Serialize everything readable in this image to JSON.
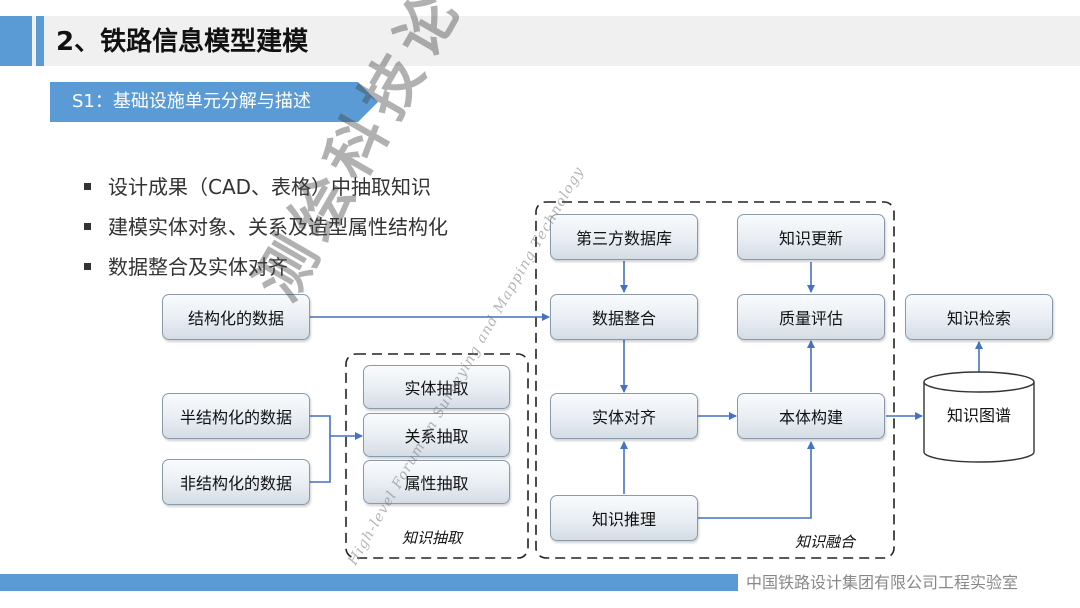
{
  "header": {
    "title": "2、铁路信息模型建模"
  },
  "step": {
    "label": "S1：基础设施单元分解与描述"
  },
  "bullets": [
    "设计成果（CAD、表格）中抽取知识",
    "建模实体对象、关系及造型属性结构化",
    "数据整合及实体对齐"
  ],
  "diagram": {
    "inputs": {
      "structured": "结构化的数据",
      "semi_structured": "半结构化的数据",
      "unstructured": "非结构化的数据"
    },
    "extraction": {
      "entity": "实体抽取",
      "relation": "关系抽取",
      "attribute": "属性抽取",
      "group_label": "知识抽取"
    },
    "fusion": {
      "third_party_db": "第三方数据库",
      "data_integration": "数据整合",
      "entity_alignment": "实体对齐",
      "knowledge_reasoning": "知识推理",
      "knowledge_update": "知识更新",
      "quality_assessment": "质量评估",
      "ontology_construction": "本体构建",
      "group_label": "知识融合"
    },
    "output": {
      "knowledge_retrieval": "知识检索",
      "knowledge_graph": "知识图谱"
    }
  },
  "watermark": {
    "chinese": "测绘科技论坛",
    "english": "High-level Forum on Surveying and Mapping Technology"
  },
  "footer": {
    "org": "中国铁路设计集团有限公司工程实验室"
  },
  "colors": {
    "accent": "#5b9bd5",
    "arrow": "#4472c4",
    "node_border": "#8a9aab"
  }
}
